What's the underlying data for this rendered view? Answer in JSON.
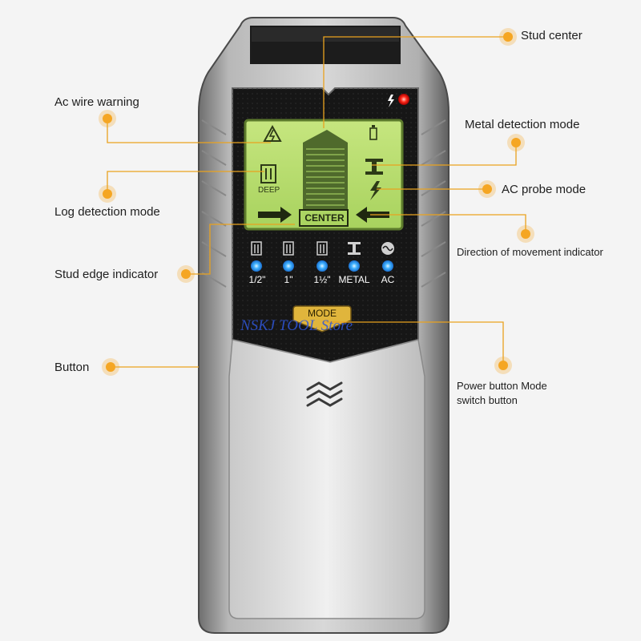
{
  "callouts": {
    "stud_center": "Stud center",
    "ac_wire_warning": "Ac wire warning",
    "metal_detection_mode": "Metal detection mode",
    "log_detection_mode": "Log detection mode",
    "ac_probe_mode": "AC probe mode",
    "direction_indicator": "Direction of movement indicator",
    "stud_edge_indicator": "Stud edge indicator",
    "button": "Button",
    "power_button_line1": "Power button Mode",
    "power_button_line2": "switch button"
  },
  "device": {
    "lcd_deep": "DEEP",
    "lcd_center": "CENTER",
    "mode_button": "MODE",
    "scale_labels": [
      "1/2\"",
      "1\"",
      "1½\"",
      "METAL",
      "AC"
    ]
  },
  "watermark": "NSKJ TOOL Store",
  "colors": {
    "accent_orange": "#f5a623",
    "lcd_green": "#b7dd6f",
    "led_blue": "#3aa6ff",
    "power_red": "#ff2a1a",
    "body_silver": "#a8a8a8",
    "panel_black": "#1a1a1a",
    "watermark_blue": "#2f56d8"
  }
}
